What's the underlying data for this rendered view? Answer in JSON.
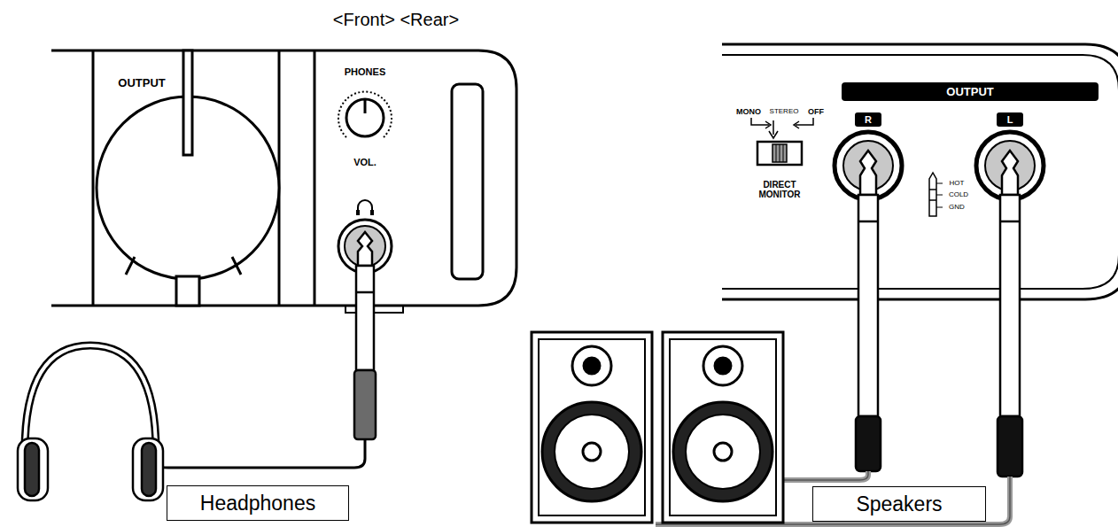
{
  "diagram": {
    "nodes": [
      {
        "text": [
          "Headphones"
        ]
      },
      {
        "text": [
          "Speakers"
        ]
      },
      {
        "text": [
          "OUTPUT"
        ]
      },
      {
        "text": [
          "R"
        ]
      },
      {
        "text": [
          "L"
        ]
      }
    ],
    "labels": [
      "<Front> <Rear>",
      "OUTPUT",
      "PHONES",
      "VOL.",
      "MONO",
      "STEREO",
      "OFF",
      "DIRECT MONITOR",
      "HOT",
      "COLD",
      "GND"
    ]
  }
}
